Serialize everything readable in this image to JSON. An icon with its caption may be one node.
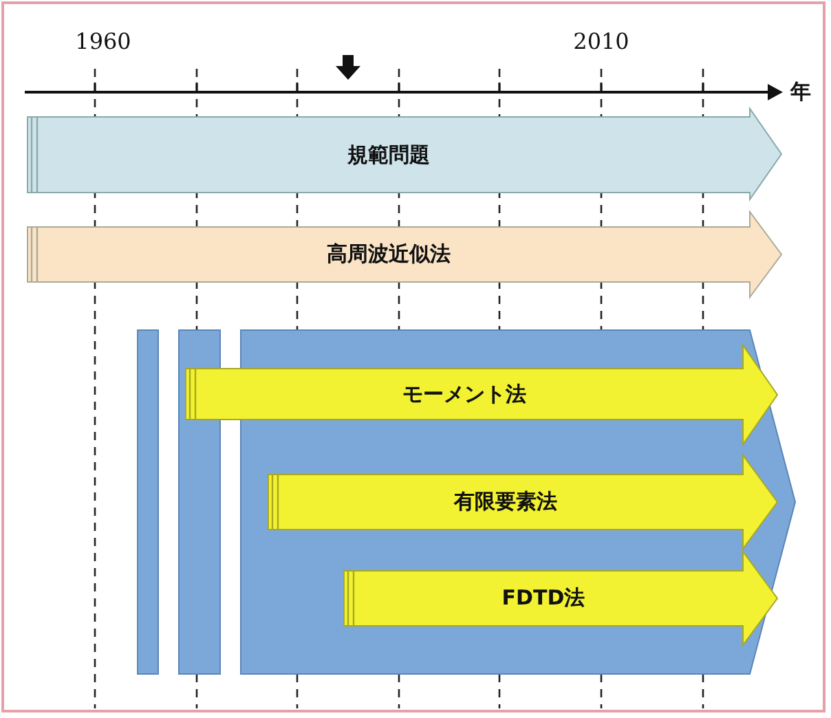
{
  "diagram": {
    "nodes": [
      {
        "text": [
          "規範問題"
        ]
      },
      {
        "text": [
          "高周波近似法"
        ]
      },
      {
        "text": [],
        "shape": "bar"
      },
      {
        "text": [],
        "shape": "bar"
      },
      {
        "text": [],
        "shape": "arrow"
      },
      {
        "text": [
          "モーメント法"
        ],
        "in": 4
      },
      {
        "text": [
          "有限要素法"
        ],
        "in": 4
      },
      {
        "text": [
          "FDTD法"
        ],
        "in": 4
      }
    ],
    "labels": [
      "1960",
      "2010",
      "年"
    ]
  }
}
